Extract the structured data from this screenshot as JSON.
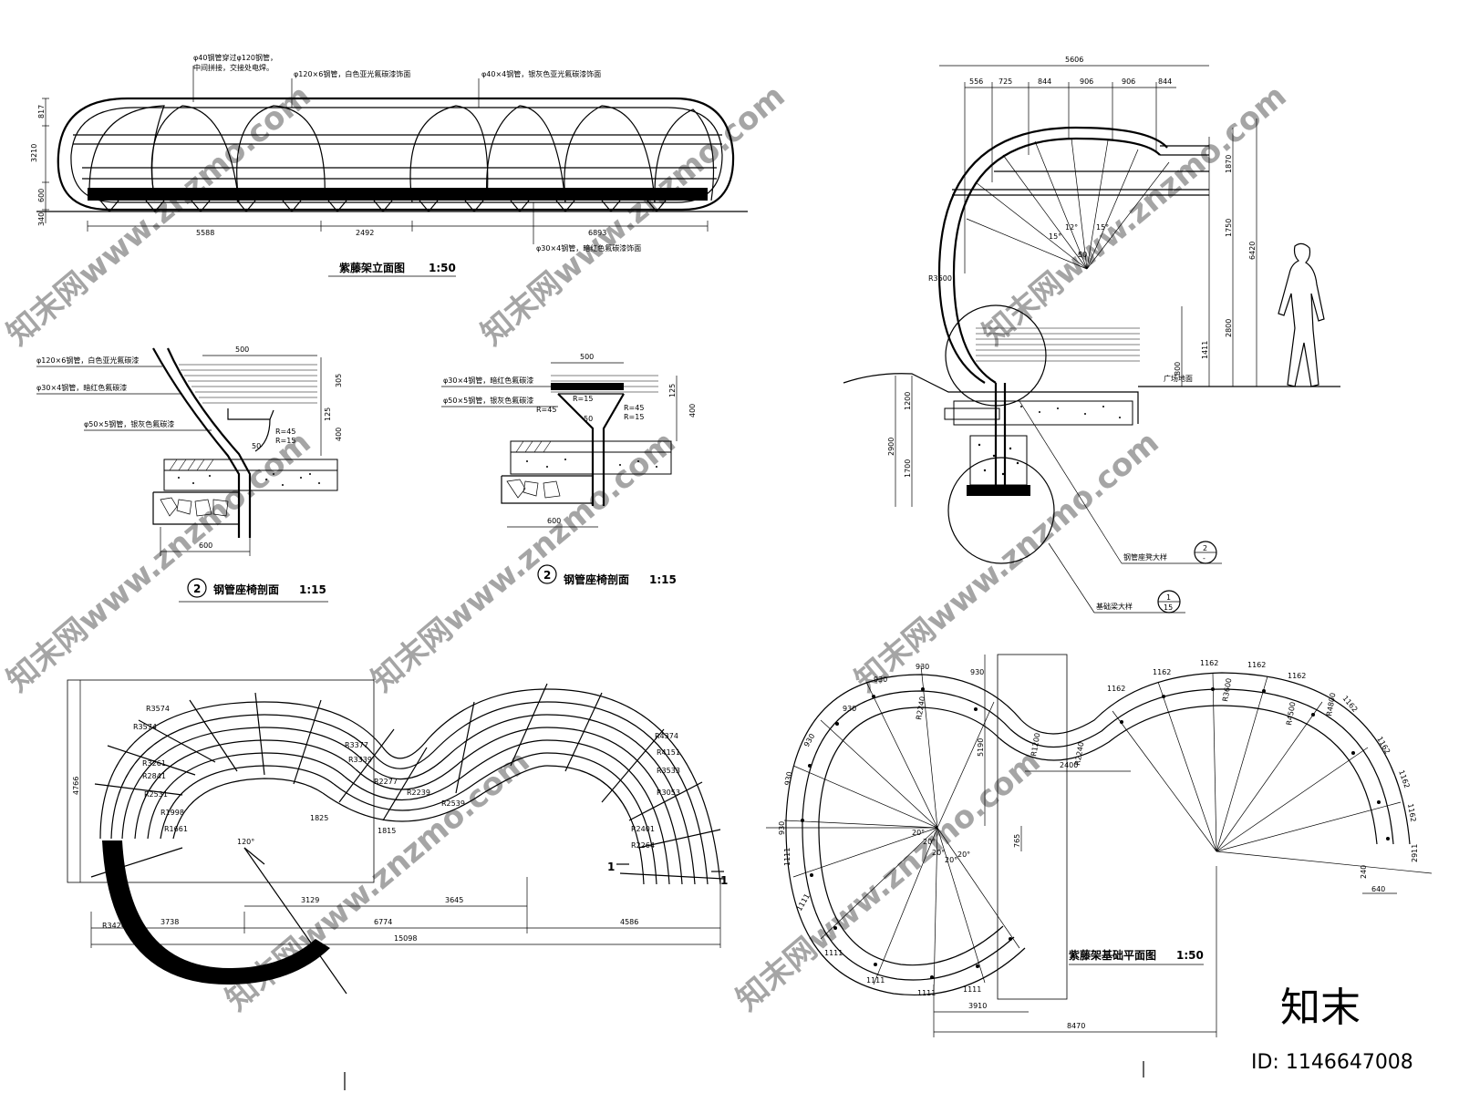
{
  "elevation": {
    "title": "紫藤架立面图",
    "scale": "1:50",
    "notes": [
      "φ40钢管穿过φ120钢管，",
      "中间拼接，交接处电焊。",
      "φ120×6钢管，白色亚光氟碳漆饰面",
      "φ40×4钢管，银灰色亚光氟碳漆饰面",
      "φ30×4钢管，暗红色氟碳漆饰面"
    ],
    "dims_horizontal": [
      "5588",
      "2492",
      "6893"
    ],
    "dims_vertical": [
      "817",
      "3210",
      "600",
      "340"
    ]
  },
  "section_a": {
    "tag": "2",
    "title": "钢管座椅剖面",
    "scale": "1:15",
    "notes": [
      "φ120×6钢管，白色亚光氟碳漆",
      "φ30×4钢管，暗红色氟碳漆",
      "φ50×5钢管，银灰色氟碳漆"
    ],
    "dims": [
      "500",
      "305",
      "125",
      "400",
      "600",
      "R=45",
      "R=15",
      "50"
    ]
  },
  "section_b": {
    "tag": "2",
    "title": "钢管座椅剖面",
    "scale": "1:15",
    "notes": [
      "φ30×4钢管，暗红色氟碳漆",
      "φ50×5钢管，银灰色氟碳漆"
    ],
    "dims": [
      "500",
      "R=15",
      "R=45",
      "R=15",
      "R=45",
      "125",
      "400",
      "600",
      "50"
    ]
  },
  "side_view": {
    "dims_top": [
      "5606",
      "556",
      "725",
      "844",
      "906",
      "906",
      "844"
    ],
    "dims_right": [
      "1870",
      "1750",
      "6420",
      "2800",
      "1411",
      "800"
    ],
    "dims_left": [
      "1200",
      "2900",
      "1700"
    ],
    "angles": [
      "15°",
      "12°",
      "15°",
      "50"
    ],
    "radius": "R3600",
    "label_ground": "广场地面",
    "callout_bench": "钢管座凳大样",
    "callout_bench_ref_top": "2",
    "callout_bench_ref_bottom": "-",
    "callout_foundation": "基础梁大样",
    "callout_found_ref_top": "1",
    "callout_found_ref_bottom": "15"
  },
  "plan": {
    "radii": [
      "R3574",
      "R3574",
      "R3261",
      "R2841",
      "R2531",
      "R1998",
      "R1661",
      "R3424",
      "R3377",
      "R3339",
      "R2277",
      "R2239",
      "R2539",
      "R4374",
      "R4151",
      "R3533",
      "R3053",
      "R2401",
      "R2264"
    ],
    "dims_bottom": [
      "3738",
      "6774",
      "4586",
      "15098",
      "3129",
      "3645",
      "1825",
      "1815"
    ],
    "dims_left": [
      "4766"
    ],
    "angle": "120°",
    "section_mark": "1"
  },
  "foundation_plan": {
    "title": "紫藤架基础平面图",
    "scale": "1:50",
    "dims_arc": [
      "930",
      "930",
      "930",
      "930",
      "930",
      "930",
      "930",
      "1162",
      "1162",
      "1162",
      "1162",
      "1162",
      "1162",
      "1162",
      "1162",
      "1162",
      "1111",
      "1111",
      "1111",
      "1111",
      "1111",
      "1111"
    ],
    "radii": [
      "R2240",
      "R3600",
      "R1200",
      "R4500",
      "R2240",
      "R4800"
    ],
    "dims_other": [
      "5190",
      "2400",
      "765",
      "3910",
      "8470",
      "2911",
      "640",
      "240",
      "20°",
      "20°",
      "20°",
      "20°",
      "20°"
    ]
  },
  "brand": {
    "watermark": "知末网www.znzmo.com",
    "logo": "知末",
    "id": "ID: 1146647008"
  }
}
